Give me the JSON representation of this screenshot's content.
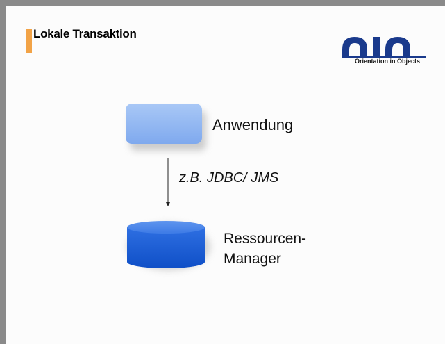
{
  "slide": {
    "title": "Lokale Transaktion"
  },
  "logo": {
    "letters": "oio",
    "tagline": "Orientation in Objects",
    "color": "#1a3a8c"
  },
  "diagram": {
    "application_label": "Anwendung",
    "connection_label": "z.B. JDBC/ JMS",
    "resource_manager_line1": "Ressourcen-",
    "resource_manager_line2": "Manager",
    "application_color": "#8fb7f3",
    "resource_manager_color": "#1f5fd6"
  }
}
